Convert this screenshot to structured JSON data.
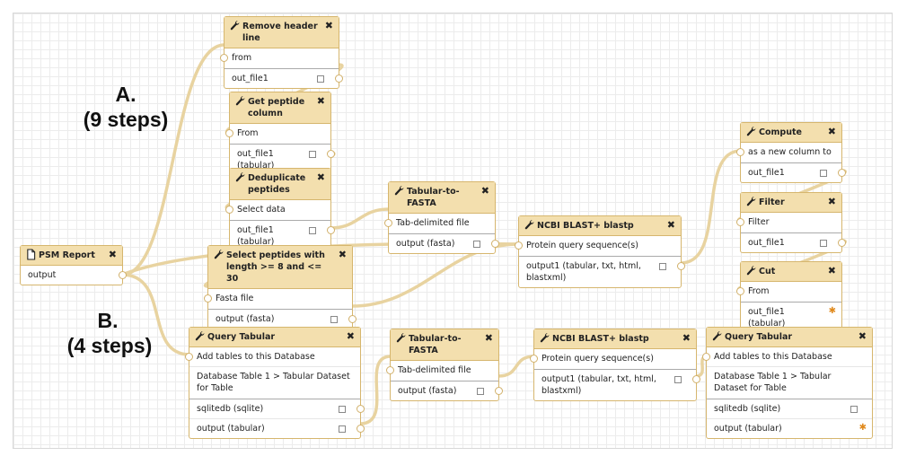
{
  "labels": {
    "a_title": "A.",
    "a_steps": "(9 steps)",
    "b_title": "B.",
    "b_steps": "(4 steps)"
  },
  "icons": {
    "tool": "wrench-icon",
    "file": "file-icon",
    "close": "close-icon",
    "output_star": "asterisk-icon"
  },
  "colors": {
    "header": "#f3dfae",
    "border": "#d6b66e",
    "wire": "#e8d3a0",
    "star": "#e08a1e"
  },
  "nodes": {
    "psm": {
      "title": "PSM Report",
      "output": "output"
    },
    "remove_header": {
      "title": "Remove header line",
      "input": "from",
      "output": "out_file1"
    },
    "get_peptide": {
      "title": "Get peptide column",
      "input": "From",
      "output": "out_file1 (tabular)"
    },
    "dedup": {
      "title": "Deduplicate peptides",
      "input": "Select data",
      "output": "out_file1 (tabular)"
    },
    "select_peptides": {
      "title": "Select peptides with length >= 8 and <= 30",
      "input": "Fasta file",
      "output": "output (fasta)"
    },
    "tab2fasta_a": {
      "title": "Tabular-to-FASTA",
      "input": "Tab-delimited file",
      "output": "output (fasta)"
    },
    "blast_a": {
      "title": "NCBI BLAST+ blastp",
      "input": "Protein query sequence(s)",
      "output": "output1 (tabular, txt, html, blastxml)"
    },
    "compute": {
      "title": "Compute",
      "input": "as a new column to",
      "output": "out_file1"
    },
    "filter": {
      "title": "Filter",
      "input": "Filter",
      "output": "out_file1"
    },
    "cut": {
      "title": "Cut",
      "input": "From",
      "output": "out_file1 (tabular)"
    },
    "query1": {
      "title": "Query Tabular",
      "input1": "Add tables to this Database",
      "input2": "Database Table 1 > Tabular Dataset for Table",
      "output1": "sqlitedb (sqlite)",
      "output2": "output (tabular)"
    },
    "tab2fasta_b": {
      "title": "Tabular-to-FASTA",
      "input": "Tab-delimited file",
      "output": "output (fasta)"
    },
    "blast_b": {
      "title": "NCBI BLAST+ blastp",
      "input": "Protein query sequence(s)",
      "output": "output1 (tabular, txt, html, blastxml)"
    },
    "query2": {
      "title": "Query Tabular",
      "input1": "Add tables to this Database",
      "input2": "Database Table 1 > Tabular Dataset for Table",
      "output1": "sqlitedb (sqlite)",
      "output2": "output (tabular)"
    }
  }
}
